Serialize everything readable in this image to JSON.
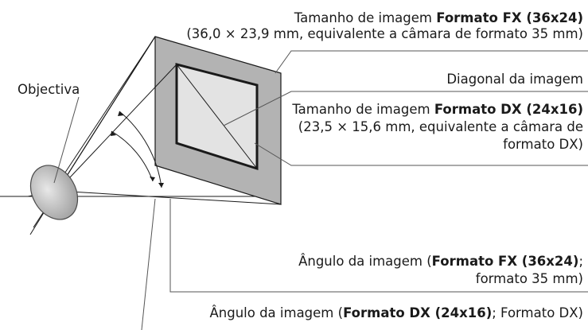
{
  "labels": {
    "lens": "Objectiva",
    "fx_size": {
      "prefix": "Tamanho de imagem ",
      "bold": "Formato FX (36x24)",
      "line2": "(36,0 × 23,9 mm, equivalente a câmara de formato 35 mm)"
    },
    "diagonal": "Diagonal da imagem",
    "dx_size": {
      "prefix": "Tamanho de imagem ",
      "bold": "Formato DX (24x16)",
      "line2": "(23,5 × 15,6 mm, equivalente a câmara de",
      "line3": "formato DX)"
    },
    "fx_angle": {
      "prefix": "Ângulo da imagem (",
      "bold": "Formato FX (36x24)",
      "suffix": ";",
      "line2": "formato 35 mm)"
    },
    "dx_angle": {
      "prefix": "Ângulo da imagem (",
      "bold": "Formato DX (24x16)",
      "suffix": "; Formato DX)"
    }
  },
  "colors": {
    "fx_frame": "#b3b3b3",
    "dx_frame": "#e3e3e3",
    "lens": "#c8c8c8",
    "lines": "#1a1a1a",
    "leaders": "#555555"
  }
}
